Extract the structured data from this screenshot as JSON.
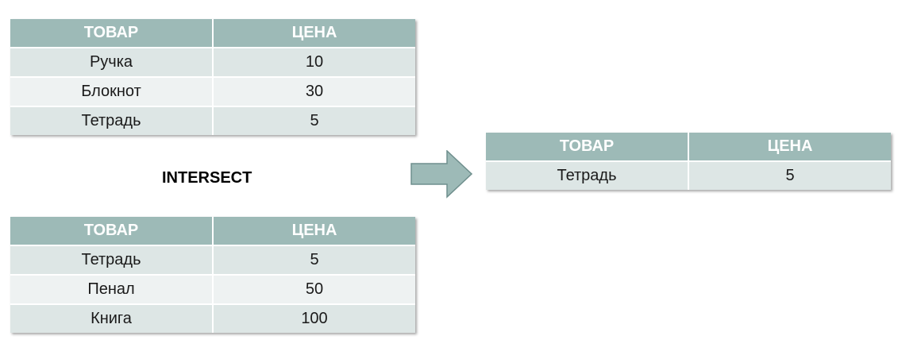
{
  "operator": "INTERSECT",
  "colors": {
    "header_bg": "#9dbab7",
    "header_text": "#ffffff",
    "row_odd": "#dde6e5",
    "row_even": "#eef2f2",
    "arrow_fill": "#9dbab7",
    "arrow_stroke": "#6f8f8d"
  },
  "icons": {
    "arrow": "right-arrow-icon"
  },
  "table1": {
    "headers": [
      "ТОВАР",
      "ЦЕНА"
    ],
    "rows": [
      [
        "Ручка",
        "10"
      ],
      [
        "Блокнот",
        "30"
      ],
      [
        "Тетрадь",
        "5"
      ]
    ]
  },
  "table2": {
    "headers": [
      "ТОВАР",
      "ЦЕНА"
    ],
    "rows": [
      [
        "Тетрадь",
        "5"
      ],
      [
        "Пенал",
        "50"
      ],
      [
        "Книга",
        "100"
      ]
    ]
  },
  "result": {
    "headers": [
      "ТОВАР",
      "ЦЕНА"
    ],
    "rows": [
      [
        "Тетрадь",
        "5"
      ]
    ]
  }
}
